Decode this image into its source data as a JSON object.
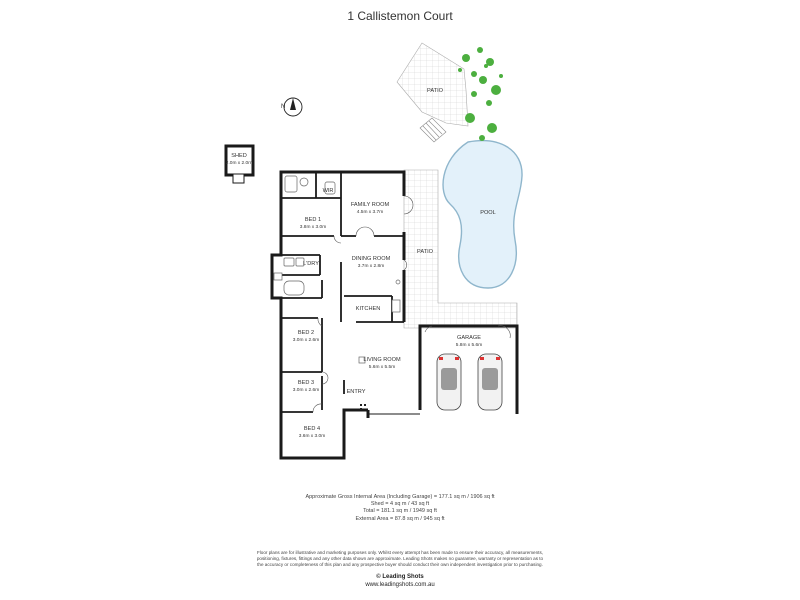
{
  "title": "1 Callistemon Court",
  "rooms": {
    "shed": {
      "name": "SHED",
      "dims": "2.0m x 2.0m"
    },
    "wir": {
      "name": "WIR"
    },
    "bed1": {
      "name": "BED 1",
      "dims": "3.8m x 3.0m"
    },
    "family": {
      "name": "FAMILY ROOM",
      "dims": "4.5m x 3.7m"
    },
    "ldry": {
      "name": "L'DRY"
    },
    "dining": {
      "name": "DINING ROOM",
      "dims": "3.7m x 2.8m"
    },
    "kitchen": {
      "name": "KITCHEN"
    },
    "bed2": {
      "name": "BED 2",
      "dims": "3.0m x 2.6m"
    },
    "living": {
      "name": "LIVING ROOM",
      "dims": "5.6m x 5.5m"
    },
    "bed3": {
      "name": "BED 3",
      "dims": "3.0m x 2.6m"
    },
    "entry": {
      "name": "ENTRY"
    },
    "bed4": {
      "name": "BED 4",
      "dims": "3.6m x 3.0m"
    },
    "garage": {
      "name": "GARAGE",
      "dims": "5.8m x 5.6m"
    },
    "patio_top": {
      "name": "PATIO"
    },
    "patio_side": {
      "name": "PATIO"
    },
    "pool": {
      "name": "POOL"
    }
  },
  "compass": {
    "label": "N"
  },
  "areas": {
    "gross": "Approximate Gross Internal Area (Including Garage) = 177.1 sq m / 1906 sq ft",
    "shed": "Shed = 4 sq m / 43 sq ft",
    "total": "Total = 181.1 sq m / 1949 sq ft",
    "external": "External Area = 87.8 sq m / 945 sq ft"
  },
  "disclaimer": {
    "line1": "Floor plans are for illustrative and marketing purposes only. Whilst every attempt has been made to ensure their accuracy, all measurements,",
    "line2": "positioning, fixtures, fittings and any other data shown are approximate. Leading Shots makes no guarantee, warranty or representation as to",
    "line3": "the accuracy or completeness of this plan and any prospective buyer should conduct their own independent investigation prior to purchasing."
  },
  "credit": {
    "brand": "© Leading Shots",
    "url": "www.leadingshots.com.au"
  },
  "colors": {
    "wall": "#1a1a1a",
    "pool": "#e3f1fa",
    "pool_edge": "#8fb6cc",
    "tree": "#4caf3f",
    "grid": "#c9c9c9"
  }
}
